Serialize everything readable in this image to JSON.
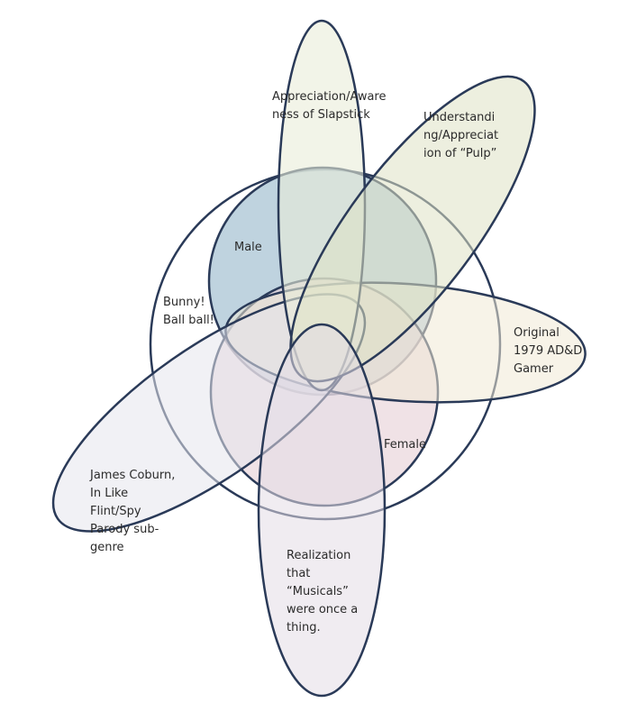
{
  "diagram": {
    "type": "venn",
    "sets": {
      "slapstick": {
        "label": "Appreciation/Aware\nness of Slapstick",
        "color": "#e9ecd8"
      },
      "pulp": {
        "label": "Understandi\nng/Appreciat\nion of “Pulp”",
        "color": "#dfe1c4"
      },
      "male": {
        "label": "Male",
        "color": "#a9c4d4"
      },
      "bunny": {
        "label": "Bunny!\nBall ball!",
        "color": "#ffffff"
      },
      "add": {
        "label": "Original\n1979 AD&D\nGamer",
        "color": "#f1ead6"
      },
      "female": {
        "label": "Female",
        "color": "#e6cfd6"
      },
      "coburn": {
        "label": "James Coburn,\nIn Like\nFlint/Spy\nParody sub-\ngenre",
        "color": "#e6e6ec"
      },
      "musicals": {
        "label": "Realization\nthat\n“Musicals”\nwere once a\nthing.",
        "color": "#e3dde6"
      }
    },
    "outline_color": "#2a3a58"
  }
}
